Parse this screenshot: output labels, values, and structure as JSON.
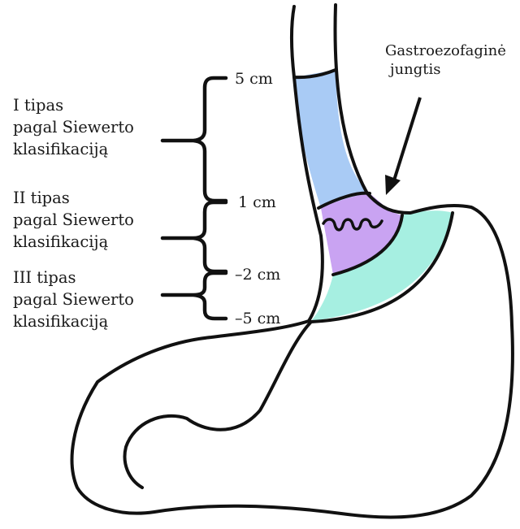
{
  "diagram": {
    "gej_label": {
      "line1": "Gastroezofaginė",
      "line2": "jungtis"
    },
    "types": [
      {
        "line1": "I tipas",
        "line2": "pagal Siewerto",
        "line3": "klasifikaciją"
      },
      {
        "line1": "II tipas",
        "line2": "pagal Siewerto",
        "line3": "klasifikaciją"
      },
      {
        "line1": "III tipas",
        "line2": "pagal Siewerto",
        "line3": "klasifikaciją"
      }
    ],
    "distance_marks": [
      "5 cm",
      "1 cm",
      "–2 cm",
      "–5 cm"
    ],
    "colors": {
      "zone_type_1": "#a9cbf5",
      "zone_type_2": "#c9a3f2",
      "zone_type_3": "#a6efe1",
      "outline": "#111111",
      "background": "#ffffff"
    }
  }
}
